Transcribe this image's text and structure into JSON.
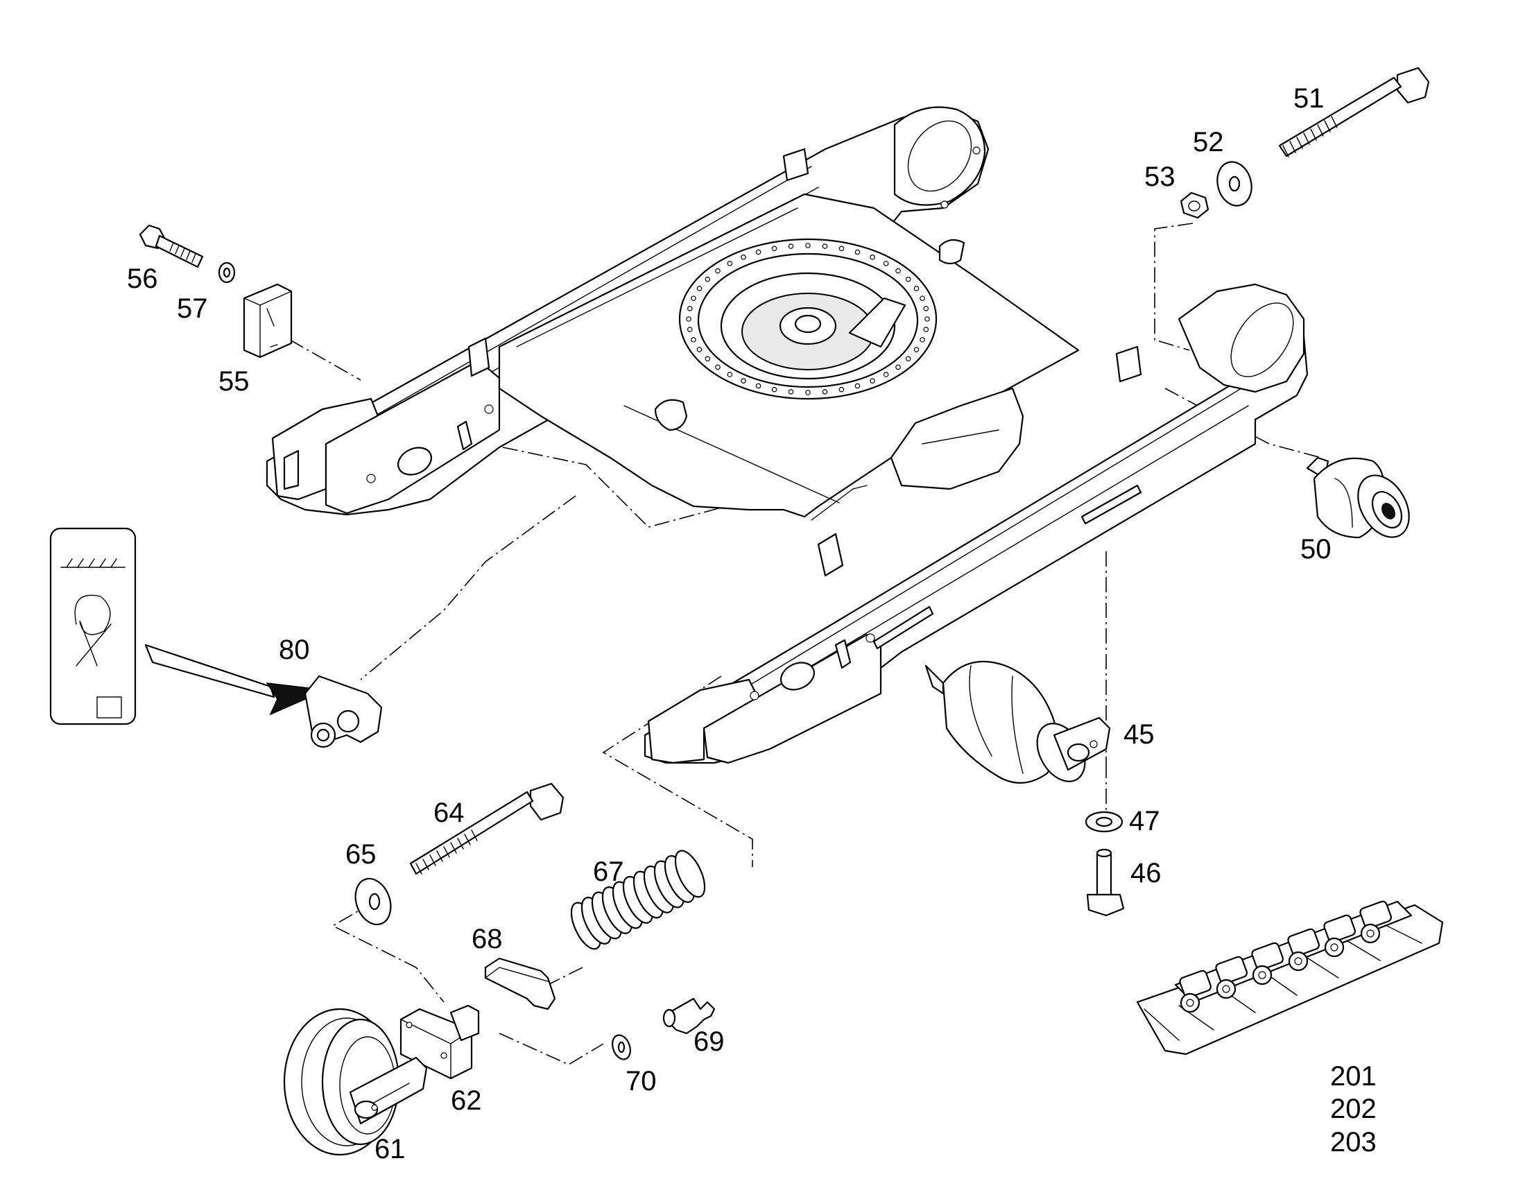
{
  "callouts": {
    "p45": "45",
    "p46": "46",
    "p47": "47",
    "p50": "50",
    "p51": "51",
    "p52": "52",
    "p53": "53",
    "p55": "55",
    "p56": "56",
    "p57": "57",
    "p61": "61",
    "p62": "62",
    "p64": "64",
    "p65": "65",
    "p67": "67",
    "p68": "68",
    "p69": "69",
    "p70": "70",
    "p80": "80",
    "p201": "201",
    "p202": "202",
    "p203": "203"
  },
  "colors": {
    "line": "#000000",
    "background": "#ffffff"
  }
}
